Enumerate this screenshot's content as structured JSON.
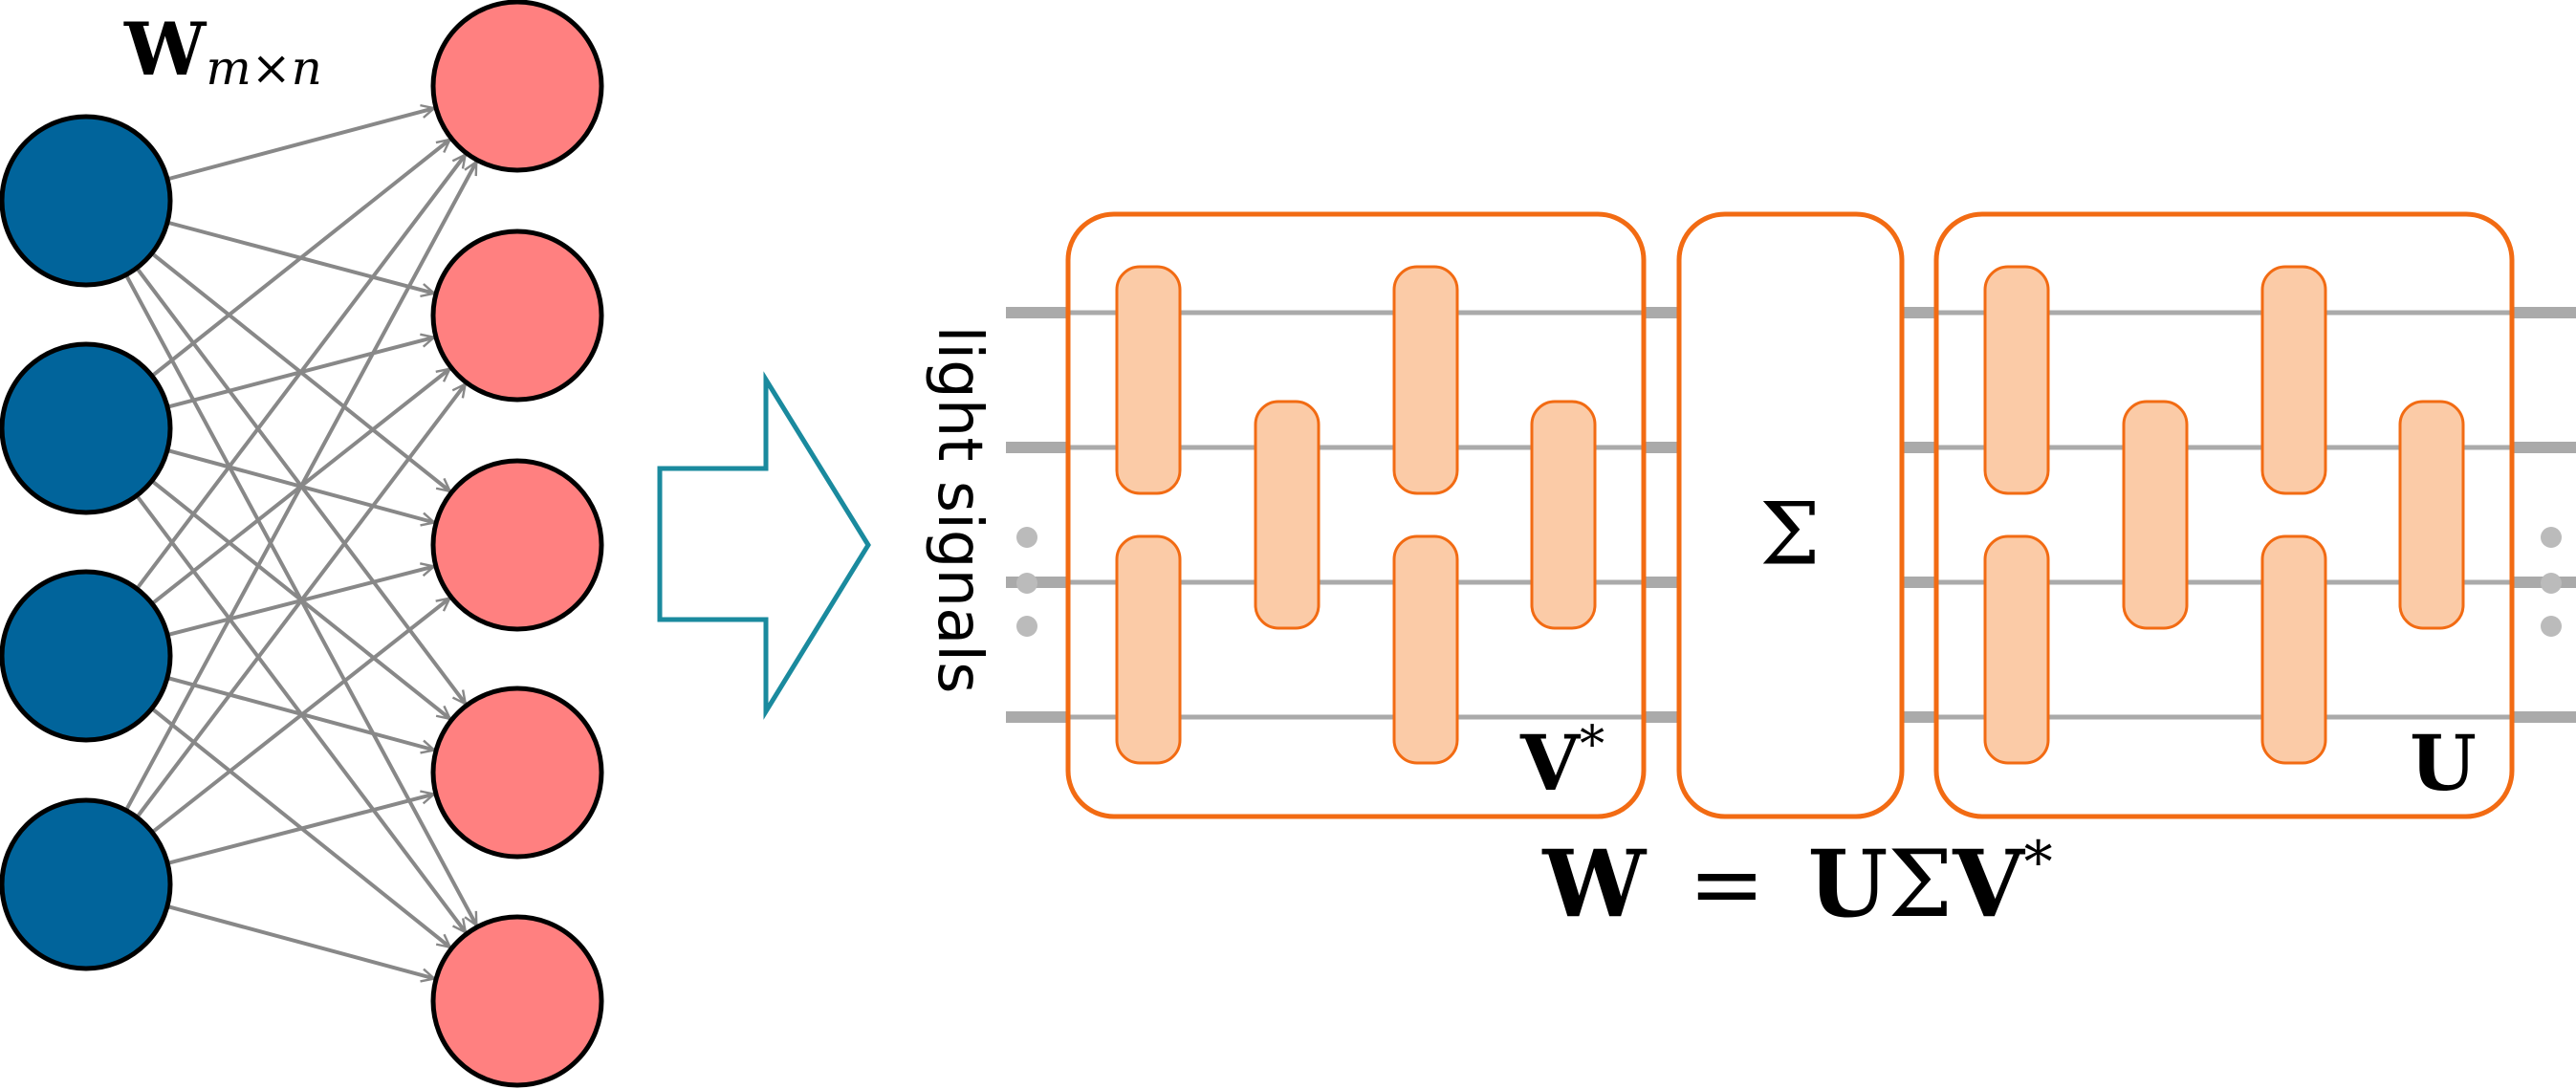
{
  "network": {
    "weight_label_main": "W",
    "weight_label_sub": "m×n",
    "input_neuron_count": 4,
    "output_neuron_count": 5,
    "input_color": "#01649B",
    "output_color": "#FF8080",
    "edge_color": "#888888"
  },
  "transform_arrow": {
    "color": "#1A8A9E"
  },
  "photonic": {
    "side_label": "light signals",
    "v_label_main": "V",
    "v_label_sup": "*",
    "sigma_label": "Σ",
    "u_label": "U",
    "box_color": "#F26B13",
    "mzi_fill": "#FBCBA7",
    "waveguide_color": "#AAAAAA",
    "dots_color": "#BBBBBB"
  },
  "equation": {
    "lhs": "W",
    "equals": "=",
    "rhs_u": "U",
    "rhs_sigma": "Σ",
    "rhs_v": "V",
    "rhs_sup": "*"
  }
}
